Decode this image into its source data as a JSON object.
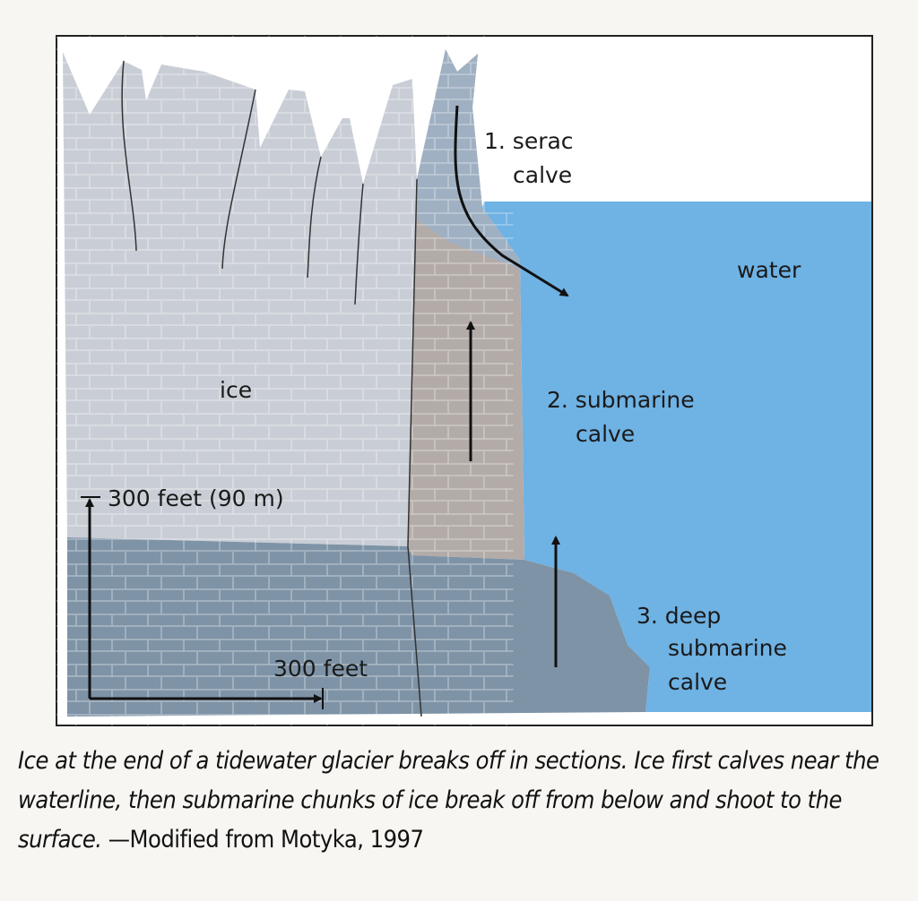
{
  "diagram": {
    "labels": {
      "serac_1": "1. serac",
      "serac_2": "calve",
      "water": "water",
      "ice": "ice",
      "submarine_1": "2. submarine",
      "submarine_2": "calve",
      "deep_1": "3. deep",
      "deep_2": "submarine",
      "deep_3": "calve",
      "scale_vertical": "300 feet (90 m)",
      "scale_horizontal": "300 feet"
    },
    "colors": {
      "water": "#6fb2e4",
      "ice": "#c9ced6",
      "serac_column": "#b3aba8",
      "serac_block": "#9fb0c2",
      "deep_ice": "#7e93a6"
    }
  },
  "caption": {
    "text": "Ice at the end of a tidewater glacier breaks off in sections. Ice first calves near the waterline, then submarine chunks of ice break off from below and shoot to the surface.",
    "source": "—Modified from Motyka, 1997"
  }
}
